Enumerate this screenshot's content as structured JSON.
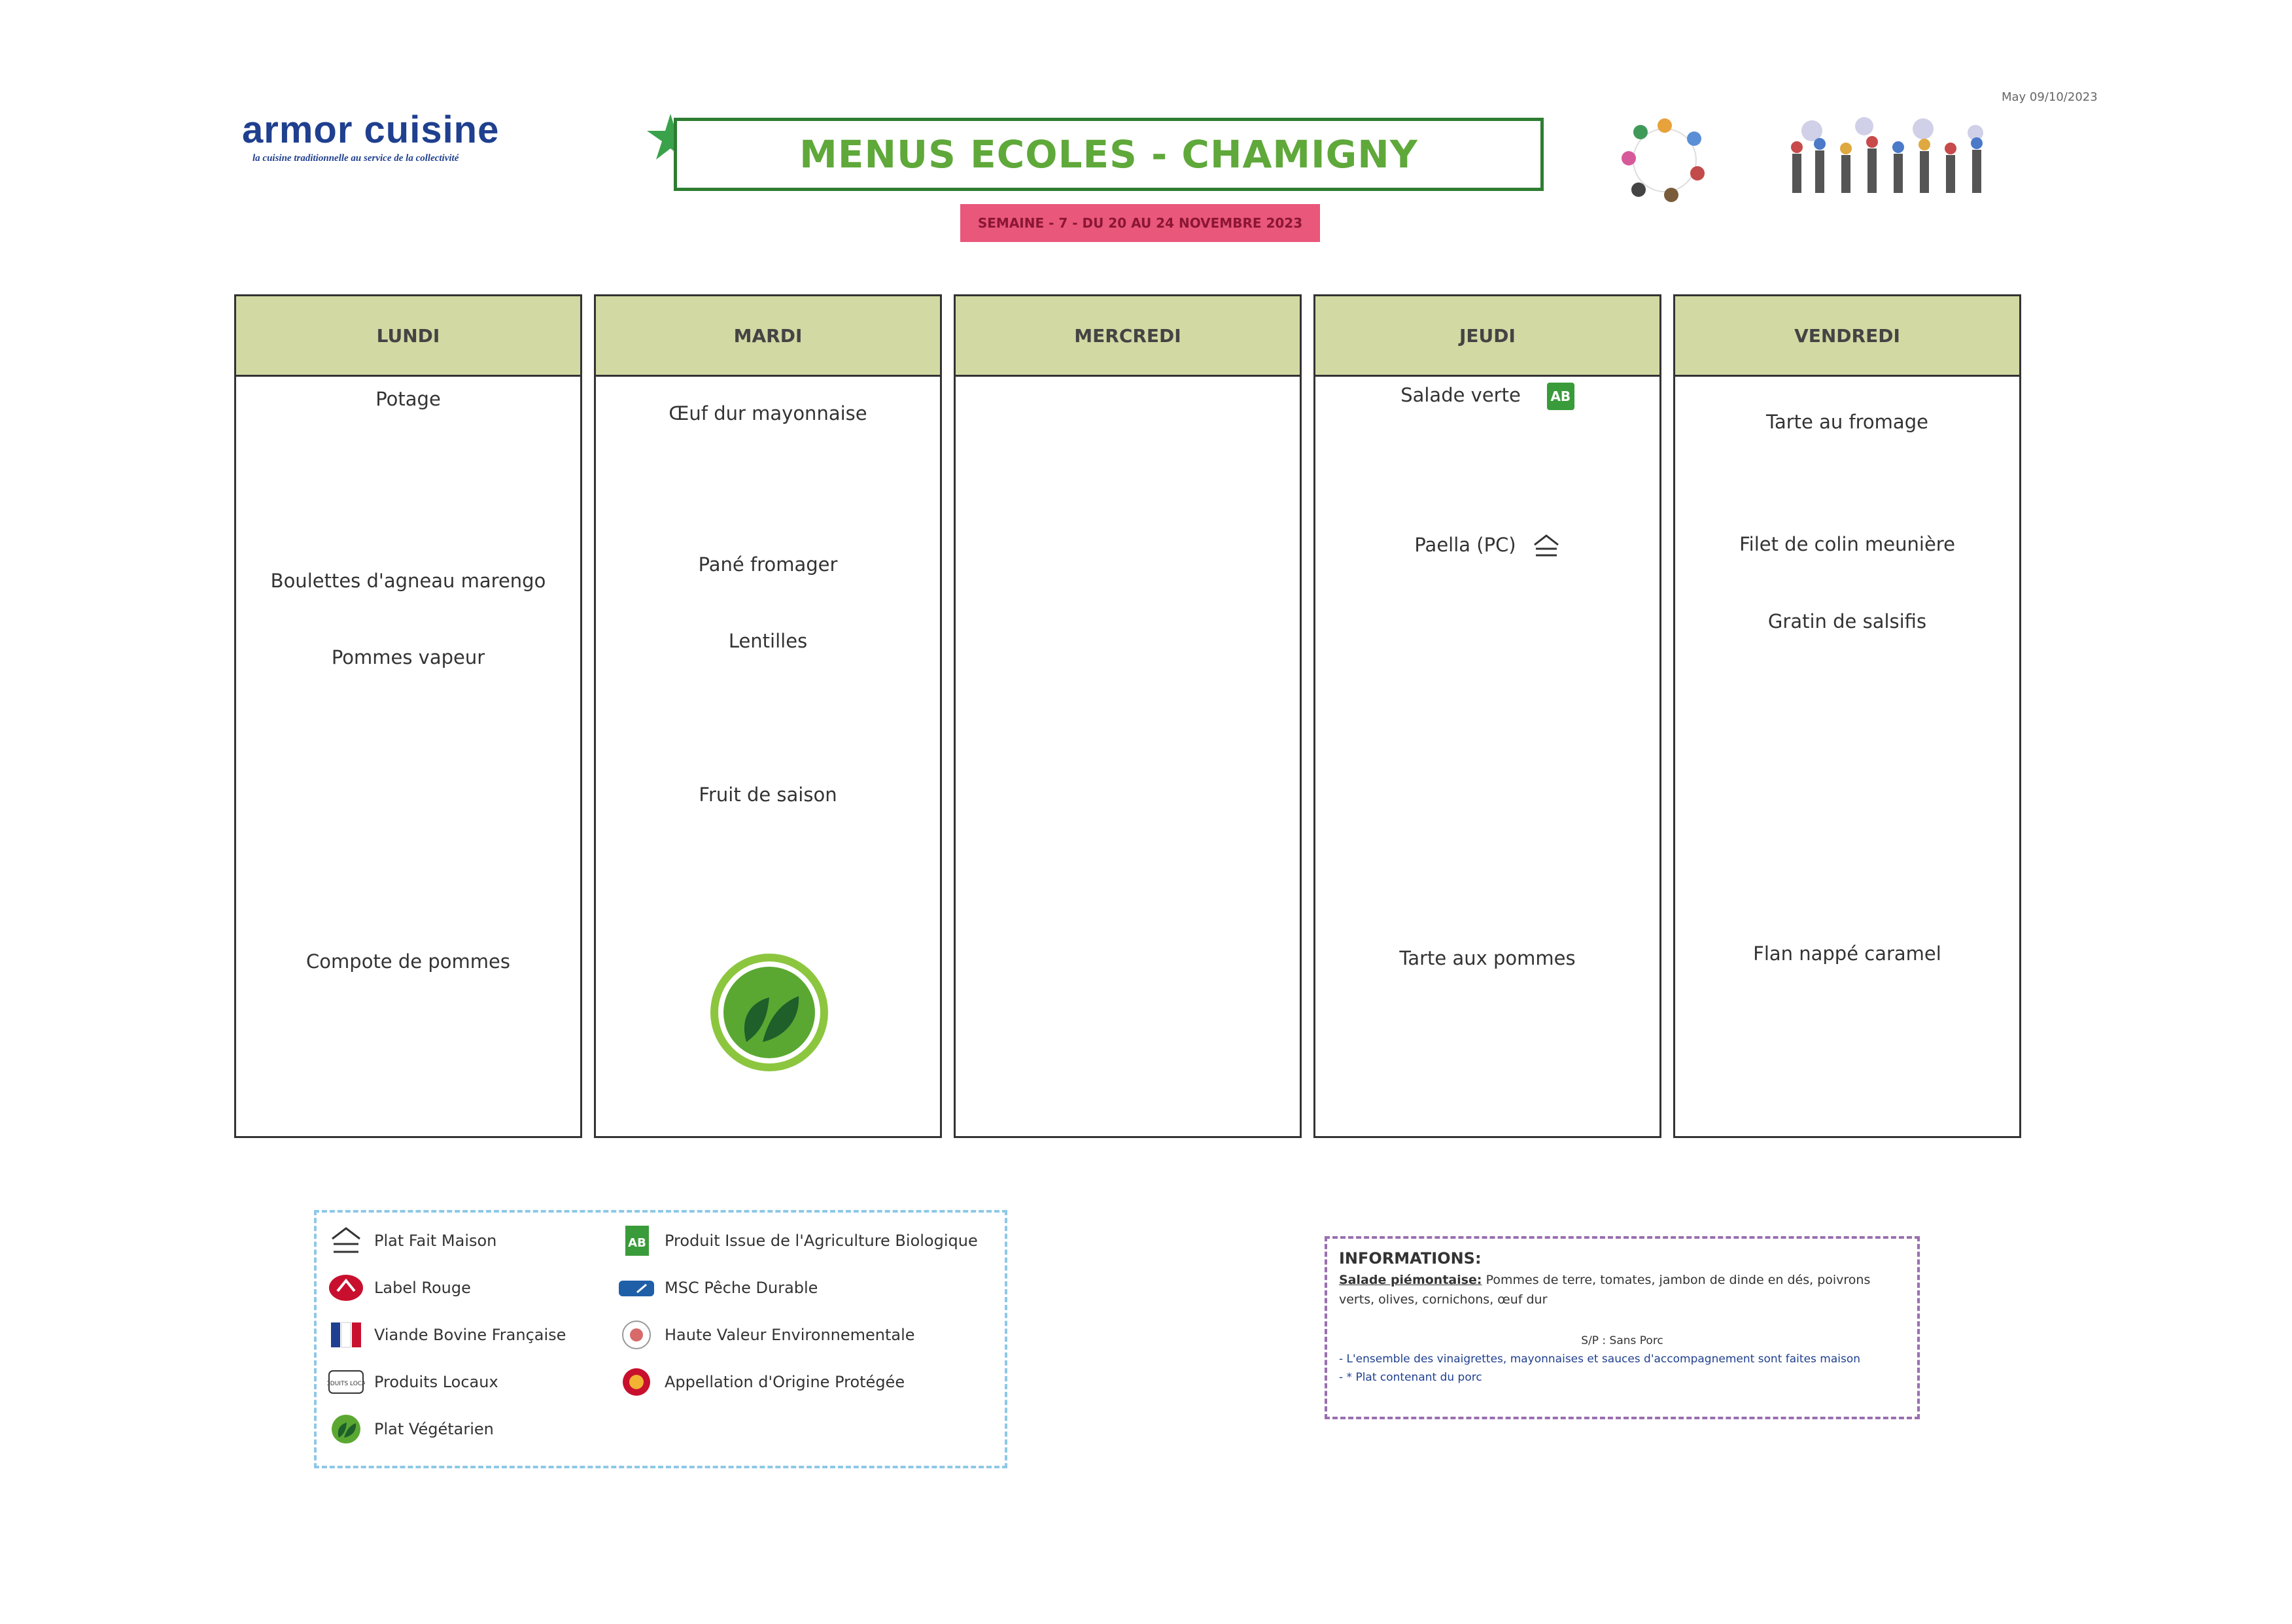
{
  "brand": {
    "name": "armor cuisine",
    "tagline": "la cuisine traditionnelle au service de la collectivité"
  },
  "header": {
    "title": "MENUS ECOLES - CHAMIGNY",
    "week": "SEMAINE - 7 - DU 20 AU 24 NOVEMBRE 2023",
    "date_stamp": "May 09/10/2023"
  },
  "days": [
    {
      "name": "LUNDI",
      "dishes": [
        "Potage",
        "Boulettes d'agneau marengo",
        "Pommes vapeur",
        "Compote de pommes"
      ]
    },
    {
      "name": "MARDI",
      "dishes": [
        "Œuf dur mayonnaise",
        "Pané fromager",
        "Lentilles",
        "Fruit de saison"
      ],
      "badge": "vegetarian-leaf-icon"
    },
    {
      "name": "MERCREDI",
      "dishes": []
    },
    {
      "name": "JEUDI",
      "dishes": [
        "Salade verte",
        "Paella (PC)",
        "Tarte aux pommes"
      ],
      "icons": [
        "ab-bio-icon",
        "house-icon"
      ]
    },
    {
      "name": "VENDREDI",
      "dishes": [
        "Tarte au fromage",
        "Filet de colin meunière",
        "Gratin de salsifis",
        "Flan nappé caramel"
      ]
    }
  ],
  "legend": {
    "items": [
      {
        "label": "Plat Fait Maison",
        "icon": "house-icon"
      },
      {
        "label": "Label Rouge",
        "icon": "label-rouge-icon"
      },
      {
        "label": "Viande Bovine Française",
        "icon": "vbf-icon"
      },
      {
        "label": "Produits Locaux",
        "icon": "produits-locaux-icon"
      },
      {
        "label": "Plat Végétarien",
        "icon": "vegetarian-leaf-icon"
      },
      {
        "label": "Produit Issue de l'Agriculture Biologique",
        "icon": "ab-bio-icon"
      },
      {
        "label": "MSC Pêche Durable",
        "icon": "msc-icon"
      },
      {
        "label": "Haute Valeur Environnementale",
        "icon": "hve-icon"
      },
      {
        "label": "Appellation d'Origine Protégée",
        "icon": "aop-icon"
      }
    ],
    "logo_texts": {
      "ab": "AB",
      "produits_locaux": "PRODUITS LOCAUX"
    }
  },
  "info": {
    "title": "INFORMATIONS:",
    "salad_key": "Salade piémontaise:",
    "salad_text": "Pommes de terre, tomates, jambon de dinde en dés, poivrons verts, olives, cornichons, œuf dur",
    "sp": "S/P : Sans Porc",
    "note1": "- L'ensemble des vinaigrettes, mayonnaises et sauces d'accompagnement sont faites maison",
    "note2": "- * Plat contenant du porc"
  },
  "colors": {
    "title_green": "#5fa83a",
    "title_border": "#2e7d32",
    "day_header": "#d3d9a3",
    "week_banner": "#e9577a",
    "brand_blue": "#1f3f8f",
    "legend_border": "#8ec8e6",
    "info_border": "#9a6fb0"
  }
}
